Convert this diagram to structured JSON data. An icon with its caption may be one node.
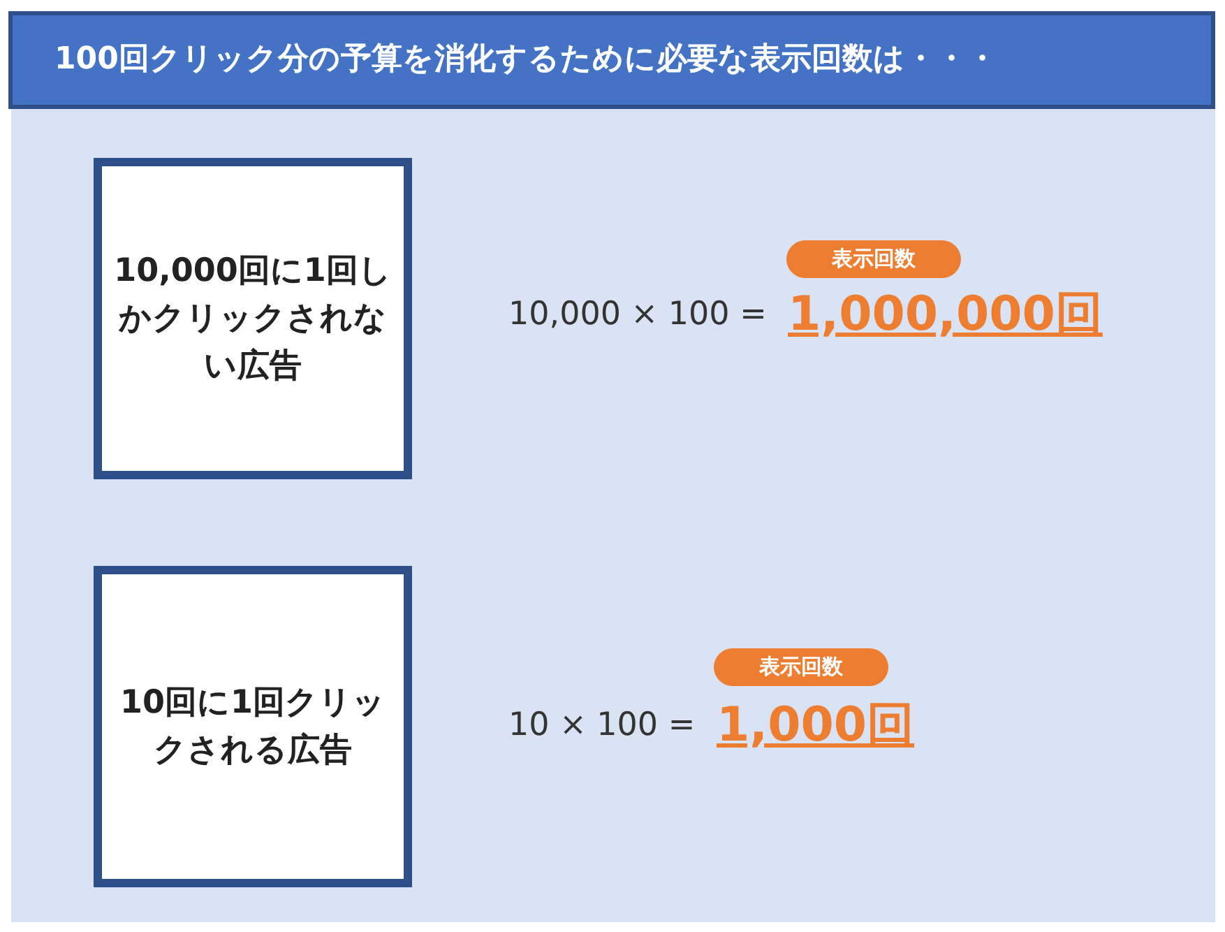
{
  "diagram": {
    "title": "100回クリック分の予算を消化するために必要な表示回数は・・・",
    "nodes": [
      {
        "text": [
          "10,000回に1回しかクリックされない広告"
        ]
      },
      {
        "text": [
          "表示回数"
        ]
      },
      {
        "text": [
          "10回に1回クリックされる広告"
        ]
      },
      {
        "text": [
          "表示回数"
        ]
      }
    ],
    "edges": [],
    "labels": [
      "10,000 × 100 =",
      "1,000,000回",
      "10 × 100 =",
      "1,000回"
    ]
  }
}
